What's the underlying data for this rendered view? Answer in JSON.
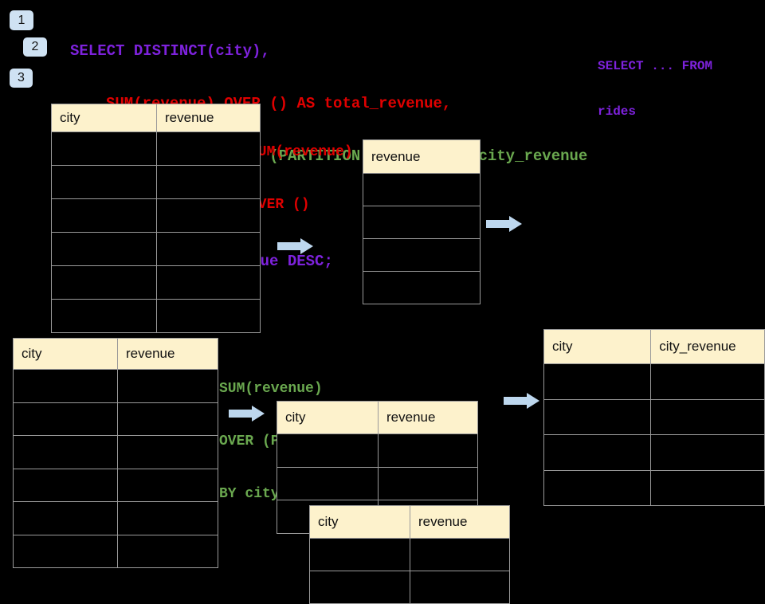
{
  "colors": {
    "background": "#000000",
    "sql_purple": "#7E22DD",
    "sql_red": "#E00000",
    "sql_green": "#6AA84F",
    "table_header_fill": "#FDF2CC",
    "table_border": "#9a9a9a",
    "badge_fill": "#CFE2F3",
    "arrow_fill": "#BDD7EE"
  },
  "steps": [
    {
      "label": "1"
    },
    {
      "label": "2"
    },
    {
      "label": "3"
    }
  ],
  "sql": {
    "lines": [
      {
        "text": "SELECT DISTINCT(city),",
        "color": "#7E22DD"
      },
      {
        "text": "SUM(revenue) OVER () AS total_revenue,",
        "color": "#E00000"
      },
      {
        "text": "SUM(revenue) OVER (PARTITION BY city) as city_revenue",
        "color": "#6AA84F"
      },
      {
        "text": "FROM rides",
        "color": "#7E22DD"
      },
      {
        "text": "ORDER by city_revenue DESC;",
        "color": "#7E22DD"
      }
    ]
  },
  "side_note": {
    "lines": [
      "SELECT ... FROM",
      "rides"
    ],
    "color": "#7E22DD"
  },
  "annotations": {
    "total": {
      "lines": [
        "SUM(revenue)",
        "OVER ()"
      ],
      "color": "#E00000"
    },
    "partition": {
      "lines": [
        "SUM(revenue)",
        "OVER (PARTITION",
        "BY city)"
      ],
      "color": "#6AA84F"
    }
  },
  "tables": {
    "rides_top": {
      "columns": [
        "city",
        "revenue"
      ],
      "body_rows": 6
    },
    "total_result": {
      "columns": [
        "revenue"
      ],
      "body_rows": 4
    },
    "rides_bottom": {
      "columns": [
        "city",
        "revenue"
      ],
      "body_rows": 6
    },
    "partition_mid": {
      "columns": [
        "city",
        "revenue"
      ],
      "body_rows": 3
    },
    "partition_front": {
      "columns": [
        "city",
        "revenue"
      ],
      "body_rows": 2
    },
    "city_revenue_result": {
      "columns": [
        "city",
        "city_revenue"
      ],
      "body_rows": 4
    }
  }
}
